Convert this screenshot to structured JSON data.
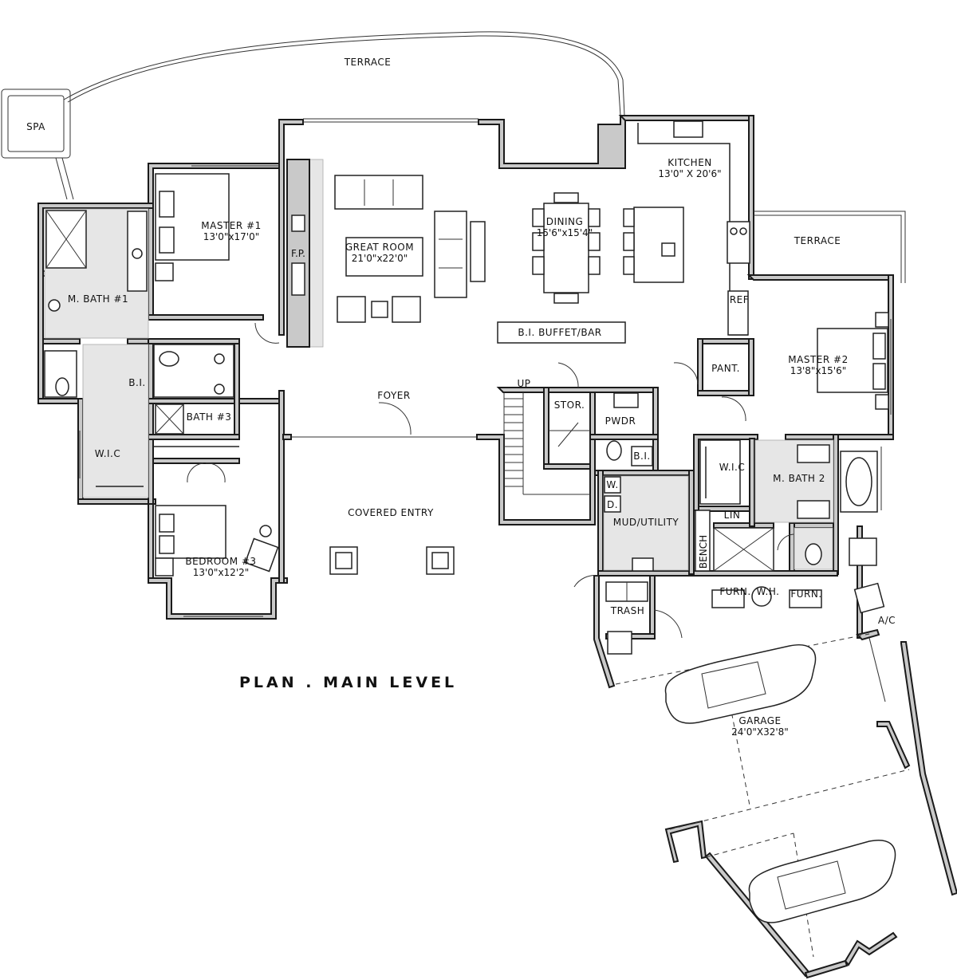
{
  "plan_title": "PLAN . MAIN LEVEL",
  "rooms": {
    "terrace_top": "TERRACE",
    "spa": "SPA",
    "master1": "MASTER #1",
    "master1_dim": "13'0\"x17'0\"",
    "mbath1": "M. BATH #1",
    "bi_left": "B.I.",
    "wic_left": "W.I.C",
    "bath3": "BATH #3",
    "bedroom3": "BEDROOM #3",
    "bedroom3_dim": "13'0\"x12'2\"",
    "fp": "F.P.",
    "great_room": "GREAT ROOM",
    "great_room_dim": "21'0\"x22'0\"",
    "dining": "DINING",
    "dining_dim": "15'6\"x15'4\"",
    "kitchen": "KITCHEN",
    "kitchen_dim": "13'0\" X 20'6\"",
    "terrace_right": "TERRACE",
    "ref": "REF",
    "buffet": "B.I. BUFFET/BAR",
    "pant": "PANT.",
    "master2": "MASTER #2",
    "master2_dim": "13'8\"x15'6\"",
    "foyer": "FOYER",
    "up": "UP",
    "stor": "STOR.",
    "pwdr": "PWDR",
    "bi_mid": "B.I.",
    "wic_right": "W.I.C",
    "mbath2": "M. BATH 2",
    "lin": "LIN",
    "washer": "W.",
    "dryer": "D.",
    "mud": "MUD/UTILITY",
    "bench": "BENCH",
    "covered_entry": "COVERED ENTRY",
    "furn_wh": "FURN.",
    "wh": "W.H.",
    "furn2": "FURN.",
    "trash": "TRASH",
    "ac": "A/C",
    "garage": "GARAGE",
    "garage_dim": "24'0\"X32'8\""
  }
}
